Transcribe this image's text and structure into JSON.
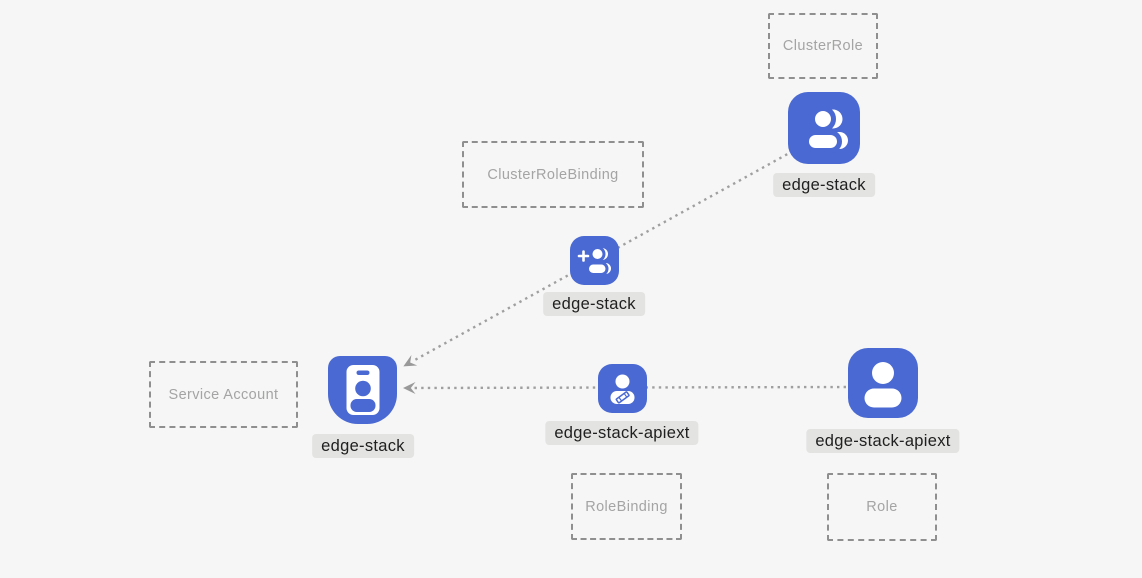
{
  "diagram": {
    "background_color": "#f5f6f5",
    "accent_blue": "#4a69d2",
    "line_color": "#9f9f9f",
    "label_bg_color": "#e3e3e1",
    "type_boxes": {
      "cluster_role": {
        "label": "ClusterRole"
      },
      "cluster_role_binding": {
        "label": "ClusterRoleBinding"
      },
      "service_account": {
        "label": "Service Account"
      },
      "role_binding": {
        "label": "RoleBinding"
      },
      "role": {
        "label": "Role"
      }
    },
    "nodes": {
      "cluster_role": {
        "label": "edge-stack",
        "icon": "users-icon",
        "type": "ClusterRole"
      },
      "cluster_role_binding": {
        "label": "edge-stack",
        "icon": "user-plus-icon",
        "type": "ClusterRoleBinding"
      },
      "service_account": {
        "label": "edge-stack",
        "icon": "id-badge-icon",
        "type": "Service Account"
      },
      "role_binding": {
        "label": "edge-stack-apiext",
        "icon": "user-edit-icon",
        "type": "RoleBinding"
      },
      "role": {
        "label": "edge-stack-apiext",
        "icon": "user-icon",
        "type": "Role"
      }
    },
    "edges": [
      {
        "from": "cluster_role",
        "through": "cluster_role_binding",
        "to": "service_account",
        "style": "dotted",
        "arrow": "at-service-account"
      },
      {
        "from": "role",
        "through": "role_binding",
        "to": "service_account",
        "style": "dotted",
        "arrow": "at-service-account"
      }
    ]
  }
}
